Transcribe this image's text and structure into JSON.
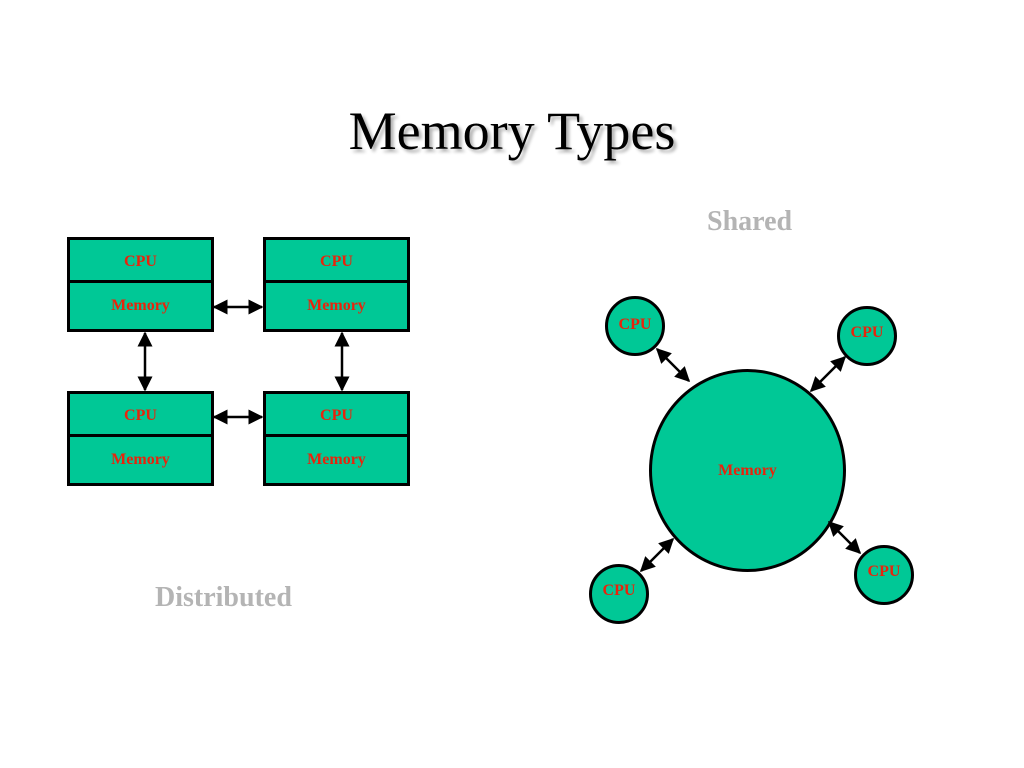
{
  "title": "Memory Types",
  "shared": {
    "caption": "Shared",
    "center_label": "Memory",
    "cpu_label": "CPU"
  },
  "distributed": {
    "caption": "Distributed",
    "cpu_label": "CPU",
    "memory_label": "Memory"
  },
  "colors": {
    "node_fill": "#00c896",
    "label_text": "#e8240c",
    "caption_text": "#b4b4b4"
  }
}
